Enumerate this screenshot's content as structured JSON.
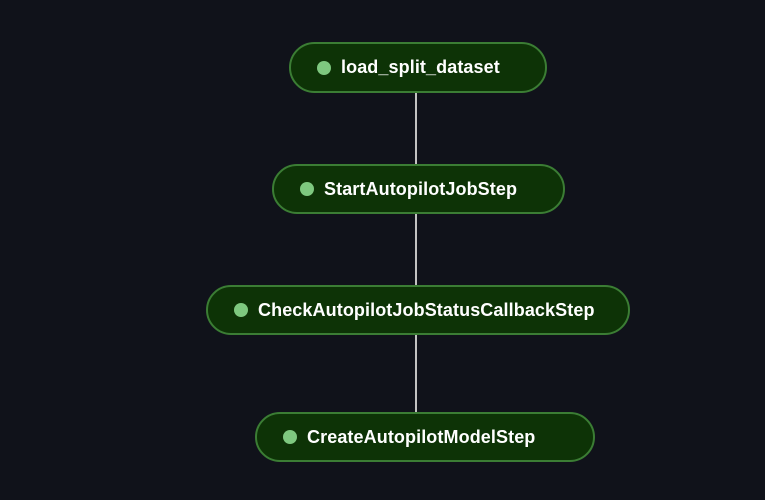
{
  "colors": {
    "background": "#10121a",
    "node_fill": "#0d3306",
    "node_border": "#3b7d34",
    "status_dot": "#7ec87f",
    "node_text": "#ffffff",
    "edge": "#c2c2c2"
  },
  "graph": {
    "nodes": [
      {
        "label": "load_split_dataset",
        "icon": "status-dot"
      },
      {
        "label": "StartAutopilotJobStep",
        "icon": "status-dot"
      },
      {
        "label": "CheckAutopilotJobStatusCallbackStep",
        "icon": "status-dot"
      },
      {
        "label": "CreateAutopilotModelStep",
        "icon": "status-dot"
      }
    ],
    "edges": [
      {
        "from": 0,
        "to": 1
      },
      {
        "from": 1,
        "to": 2
      },
      {
        "from": 2,
        "to": 3
      }
    ]
  }
}
